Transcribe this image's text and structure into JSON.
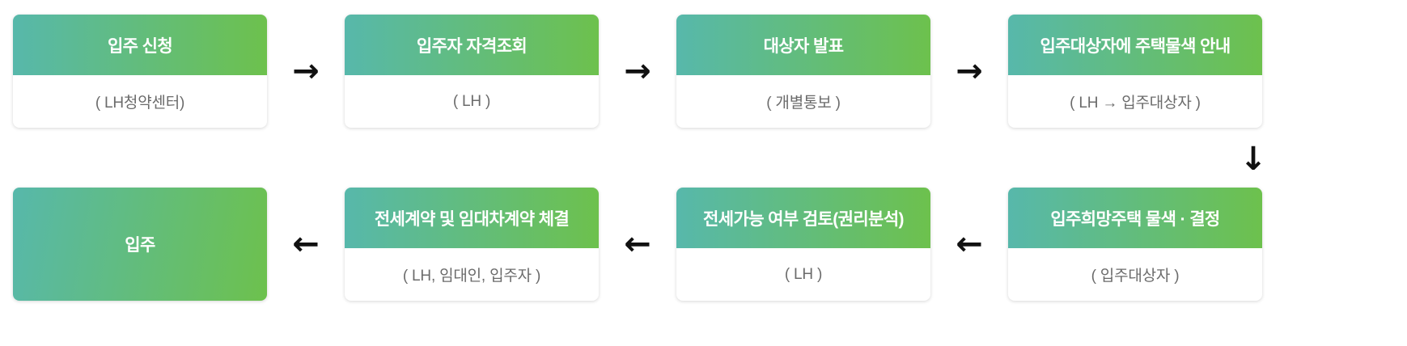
{
  "diagram": {
    "type": "process-flow",
    "title_text": "",
    "colors": {
      "gradient_start": "#57b8ab",
      "gradient_end": "#6dc14d",
      "header_text": "#ffffff",
      "body_text": "#6b6b6b",
      "card_background": "#ffffff",
      "arrow": "#111111",
      "page_background": "#ffffff"
    },
    "arrows": {
      "right_glyph": "→",
      "down_glyph": "↓",
      "left_glyph": "←",
      "right_name": "arrow-right-icon",
      "down_name": "arrow-down-icon",
      "left_name": "arrow-left-icon"
    },
    "top_row": [
      {
        "step": 1,
        "title": "입주 신청",
        "actor": "( LH청약센터)"
      },
      {
        "step": 2,
        "title": "입주자 자격조회",
        "actor": "( LH )"
      },
      {
        "step": 3,
        "title": "대상자 발표",
        "actor": "( 개별통보 )"
      },
      {
        "step": 4,
        "title": "입주대상자에 주택물색 안내",
        "actor": "( LH → 입주대상자 )"
      }
    ],
    "bottom_row": [
      {
        "step": 8,
        "title": "입주",
        "actor": "",
        "solid": true
      },
      {
        "step": 7,
        "title": "전세계약 및 임대차계약 체결",
        "actor": "( LH, 임대인, 입주자 )",
        "solid": false
      },
      {
        "step": 6,
        "title": "전세가능 여부 검토(권리분석)",
        "actor": "( LH )",
        "solid": false
      },
      {
        "step": 5,
        "title": "입주희망주택 물색 · 결정",
        "actor": "( 입주대상자 )",
        "solid": false
      }
    ]
  }
}
